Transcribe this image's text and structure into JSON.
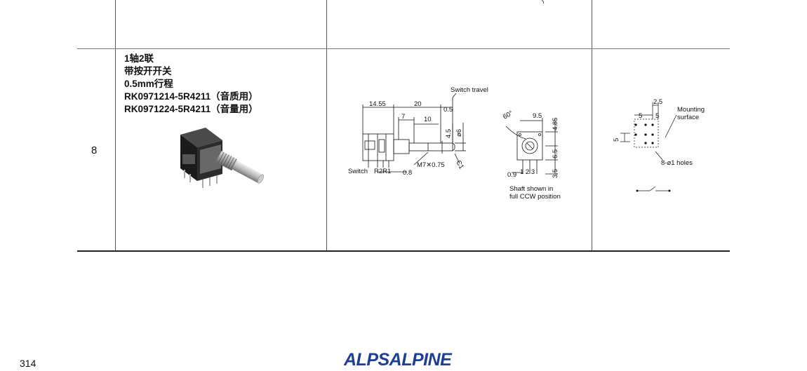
{
  "row": {
    "number": "8",
    "description": [
      "1轴2联",
      "带按开开关",
      "0.5mm行程",
      "RK0971214-5R4211（音质用）",
      "RK0971224-5R4211（音量用）"
    ]
  },
  "dimension_drawing": {
    "labels": {
      "switch_travel": "Switch travel",
      "d_14_55": "14.55",
      "d_20": "20",
      "d_0_5": "0.5",
      "d_7": "7",
      "d_10": "10",
      "d_4_5": "4.5",
      "d_phi6": "ø6",
      "thread": "M7✕0.75",
      "chamfer": "C1",
      "switch": "Switch",
      "r2r1": "R2R1",
      "d_0_8": "0.8"
    }
  },
  "side_drawing": {
    "labels": {
      "angle": "60°",
      "d_9_5": "9.5",
      "d_4_85": "4.85",
      "d_6_5": "6.5",
      "d_3_5": "3.5",
      "d_0_9": "0.9",
      "pins": "1 2 3",
      "caption_line1": "Shaft shown in",
      "caption_line2": "full CCW position"
    }
  },
  "mounting_drawing": {
    "labels": {
      "d_2_5": "2.5",
      "d_5a": "5",
      "d_5b": "5",
      "d_5c": "5",
      "mounting_line1": "Mounting",
      "mounting_line2": "surface",
      "holes": "8-ø1 holes"
    }
  },
  "footer": {
    "page_number": "314",
    "logo_text": "ALPSALPINE",
    "logo_color": "#1f3f93"
  }
}
